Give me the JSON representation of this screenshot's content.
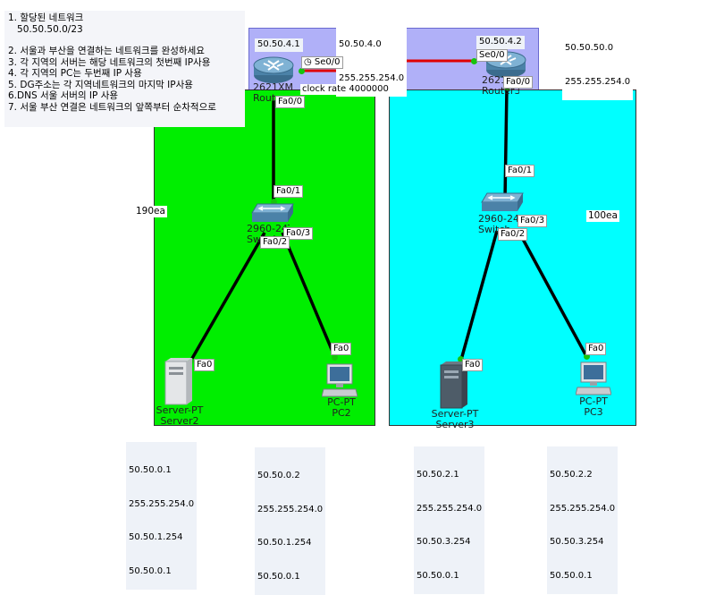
{
  "task_note": {
    "lines": [
      "1. 할당된 네트워크",
      "   50.50.50.0/23",
      "",
      "2. 서울과 부산을 연결하는 네트워크를 완성하세요",
      "3. 각 지역의 서버는 해당 네트워크의 첫번째 IP사용",
      "4. 각 지역의  PC는 두번째 IP 사용",
      "5. DG주소는 각 지역네트워크의 마지막 IP사용",
      "6.DNS 서울 서버의 IP 사용",
      "7. 서울 부산 연결은 네트워크의 앞쪽부터 순차적으로"
    ]
  },
  "wan": {
    "network": "50.50.4.0",
    "mask": "255.255.254.0",
    "clock_rate": "clock rate 4000000",
    "left_ip": "50.50.4.1",
    "right_ip": "50.50.4.2"
  },
  "top_right_note": {
    "line1": "50.50.50.0",
    "line2": "255.255.254.0"
  },
  "left_zone": {
    "host_count": "190ea"
  },
  "right_zone": {
    "host_count": "100ea"
  },
  "devices": {
    "router_left": {
      "model": "2621XM",
      "name": "Router"
    },
    "router_right": {
      "model": "2621XM",
      "name": "Router3"
    },
    "switch_left": {
      "model": "2960-24TT",
      "name": "Switch"
    },
    "switch_right": {
      "model": "2960-24TT",
      "name": "Switch"
    },
    "server_left": {
      "model": "Server-PT",
      "name": "Server2"
    },
    "pc_left": {
      "model": "PC-PT",
      "name": "PC2"
    },
    "server_right": {
      "model": "Server-PT",
      "name": "Server3"
    },
    "pc_right": {
      "model": "PC-PT",
      "name": "PC3"
    }
  },
  "ports": {
    "se_left": "Se0/0",
    "se_right": "Se0/0",
    "rl_fa": "Fa0/0",
    "rr_fa": "Fa0/0",
    "swl_up": "Fa0/1",
    "swl_p2": "Fa0/2",
    "swl_p3": "Fa0/3",
    "swr_up": "Fa0/1",
    "swr_p2": "Fa0/2",
    "swr_p3": "Fa0/3",
    "server_left_fa": "Fa0",
    "pc_left_fa": "Fa0",
    "server_right_fa": "Fa0",
    "pc_right_fa": "Fa0"
  },
  "ip_notes": [
    {
      "ip": "50.50.0.1",
      "mask": "255.255.254.0",
      "gw": "50.50.1.254",
      "dns": "50.50.0.1"
    },
    {
      "ip": "50.50.0.2",
      "mask": "255.255.254.0",
      "gw": "50.50.1.254",
      "dns": "50.50.0.1"
    },
    {
      "ip": "50.50.2.1",
      "mask": "255.255.254.0",
      "gw": "50.50.3.254",
      "dns": "50.50.0.1"
    },
    {
      "ip": "50.50.2.2",
      "mask": "255.255.254.0",
      "gw": "50.50.3.254",
      "dns": "50.50.0.1"
    }
  ],
  "colors": {
    "left_zone": "#00ee00",
    "right_zone": "#00ffff",
    "wan_zone": "#b0b0f8",
    "serial_link": "#e00000",
    "link_up": "#16c40d"
  }
}
